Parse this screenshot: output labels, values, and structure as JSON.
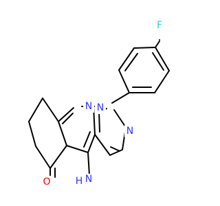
{
  "molecule": {
    "atoms": {
      "fluorine": {
        "text": "F",
        "color": "#33cccc"
      },
      "n1": {
        "text": "N",
        "color": "#3333ff"
      },
      "n2": {
        "text": "N",
        "color": "#3333ff"
      },
      "n_pyridine": {
        "text": "N",
        "color": "#3333ff"
      },
      "oxygen": {
        "text": "O",
        "color": "#ff0000"
      },
      "amino_h": {
        "text": "H",
        "color": "#3333ff"
      },
      "amino_n": {
        "text": "N",
        "color": "#3333ff"
      }
    },
    "bond_color": "#000000"
  }
}
